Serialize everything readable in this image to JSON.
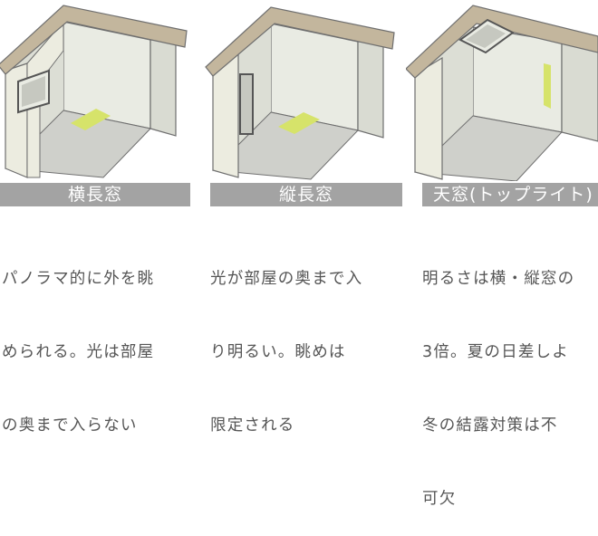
{
  "colors": {
    "roof": "#c3b69d",
    "wall_front": "#ecece0",
    "wall_side": "#dfdfd2",
    "interior_back": "#e9ebe3",
    "interior_side": "#d9dbd2",
    "floor": "#c8c9c6",
    "sunlight": "#d6e36a",
    "label_bar": "#a3a3a3",
    "text": "#555555",
    "outline": "#6f6f6f"
  },
  "windows": [
    {
      "title": "横長窓",
      "description_lines": [
        "パノラマ的に外を眺",
        "められる。光は部屋",
        "の奥まで入らない"
      ]
    },
    {
      "title": "縦長窓",
      "description_lines": [
        "光が部屋の奥まで入",
        "り明るい。眺めは",
        "限定される"
      ]
    },
    {
      "title": "天窓(トップライト)",
      "description_lines": [
        "明るさは横・縦窓の",
        "3倍。夏の日差しよ",
        "冬の結露対策は不",
        "可欠"
      ]
    }
  ]
}
